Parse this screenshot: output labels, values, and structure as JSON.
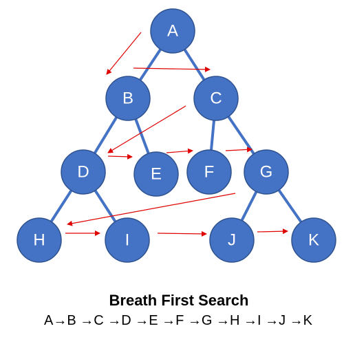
{
  "colors": {
    "node_fill": "#4472C4",
    "node_stroke": "#2F528F",
    "edge": "#4472C4",
    "traversal_arrow": "#E00000"
  },
  "nodes": [
    {
      "id": "A",
      "label": "A"
    },
    {
      "id": "B",
      "label": "B"
    },
    {
      "id": "C",
      "label": "C"
    },
    {
      "id": "D",
      "label": "D"
    },
    {
      "id": "E",
      "label": "E"
    },
    {
      "id": "F",
      "label": "F"
    },
    {
      "id": "G",
      "label": "G"
    },
    {
      "id": "H",
      "label": "H"
    },
    {
      "id": "I",
      "label": "I"
    },
    {
      "id": "J",
      "label": "J"
    },
    {
      "id": "K",
      "label": "K"
    }
  ],
  "edges": [
    [
      "A",
      "B"
    ],
    [
      "A",
      "C"
    ],
    [
      "B",
      "D"
    ],
    [
      "B",
      "E"
    ],
    [
      "C",
      "F"
    ],
    [
      "C",
      "G"
    ],
    [
      "D",
      "H"
    ],
    [
      "D",
      "I"
    ],
    [
      "G",
      "J"
    ],
    [
      "G",
      "K"
    ]
  ],
  "traversal": [
    "A",
    "B",
    "C",
    "D",
    "E",
    "F",
    "G",
    "H",
    "I",
    "J",
    "K"
  ],
  "caption": {
    "title": "Breath First Search",
    "order": "A→B →C →D →E →F →G →H →I →J →K"
  }
}
